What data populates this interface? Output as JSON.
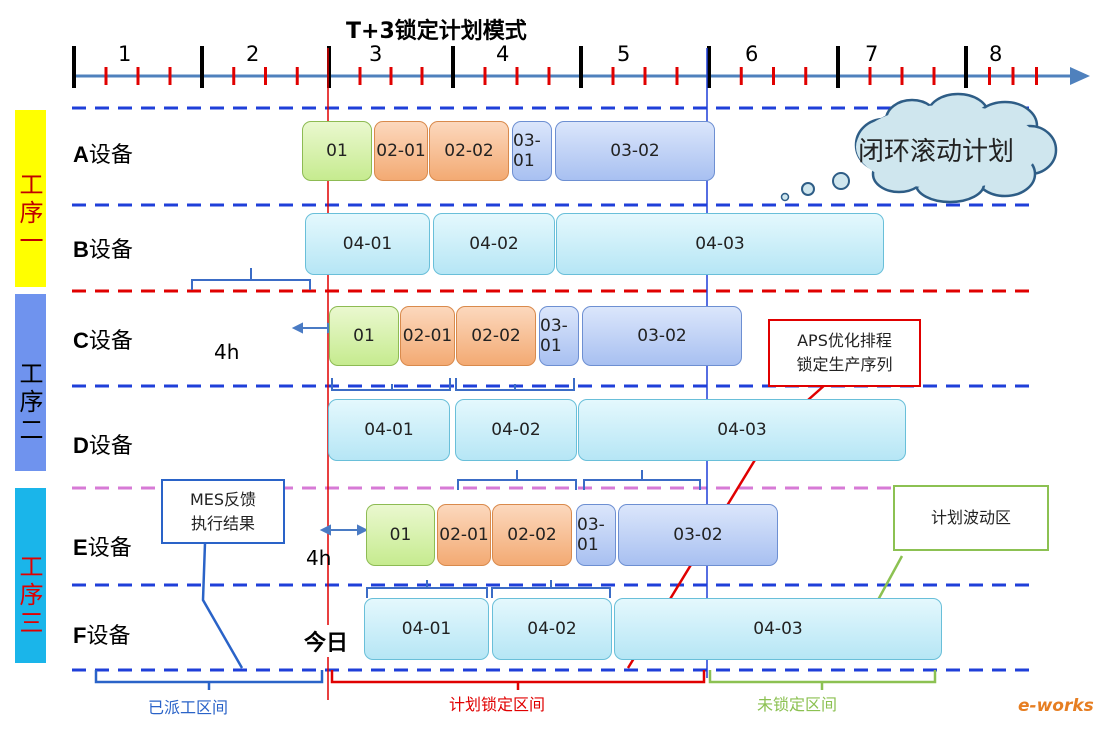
{
  "title": "T+3锁定计划模式",
  "timeline": [
    "1",
    "2",
    "3",
    "4",
    "5",
    "6",
    "7",
    "8"
  ],
  "processes": [
    {
      "label": "工序一",
      "color": "#ffff00",
      "text_color": "#c00000"
    },
    {
      "label": "工序二",
      "color": "#6f93ee",
      "text_color": "#000000"
    },
    {
      "label": "工序三",
      "color": "#1ab5ea",
      "text_color": "#e00000"
    }
  ],
  "devices": [
    {
      "letter": "A",
      "suffix": "设备"
    },
    {
      "letter": "B",
      "suffix": "设备"
    },
    {
      "letter": "C",
      "suffix": "设备"
    },
    {
      "letter": "D",
      "suffix": "设备"
    },
    {
      "letter": "E",
      "suffix": "设备"
    },
    {
      "letter": "F",
      "suffix": "设备"
    }
  ],
  "tasks": {
    "a": [
      "01",
      "02-01",
      "02-02",
      "03-01",
      "03-02"
    ],
    "b": [
      "04-01",
      "04-02",
      "04-03"
    ],
    "c": [
      "01",
      "02-01",
      "02-02",
      "03-01",
      "03-02"
    ],
    "d": [
      "04-01",
      "04-02",
      "04-03"
    ],
    "e": [
      "01",
      "02-01",
      "02-02",
      "03-01",
      "03-02"
    ],
    "f": [
      "04-01",
      "04-02",
      "04-03"
    ]
  },
  "annotations": {
    "four_h_1": "4h",
    "four_h_2": "4h",
    "today": "今日",
    "cloud": "闭环滚动计划",
    "aps": [
      "APS优化排程",
      "锁定生产序列"
    ],
    "mes": [
      "MES反馈",
      "执行结果"
    ],
    "wave": "计划波动区"
  },
  "footer": {
    "dispatched": "已派工区间",
    "locked": "计划锁定区间",
    "unlocked": "未锁定区间"
  },
  "colors": {
    "blue_line": "#1f3fd9",
    "red_line": "#e00000",
    "pink_line": "#d77ad6",
    "dispatched_text": "#2a63c8",
    "locked_text": "#e00000",
    "unlocked_text": "#8cc152"
  },
  "watermark": "e-works"
}
